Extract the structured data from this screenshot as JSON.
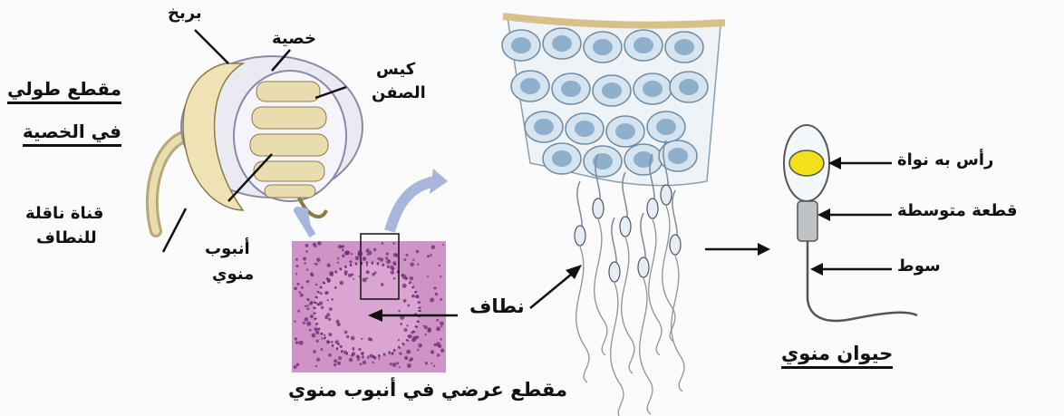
{
  "labels": {
    "section_title_line1": "مقطع طولي",
    "section_title_line2": "في الخصية",
    "epididymis": "بربخ",
    "testis": "خصية",
    "scrotum_line1": "كيس",
    "scrotum_line2": "الصفن",
    "vas_deferens_line1": "قناة ناقلة",
    "vas_deferens_line2": "للنطاف",
    "tubule_line1": "أنبوب",
    "tubule_line2": "منوي",
    "cross_section": "مقطع عرضي في أنبوب منوي",
    "sperm_cells": "نطاف",
    "head": "رأس به نواة",
    "midpiece": "قطعة متوسطة",
    "tail": "سوط",
    "sperm_title": "حيوان منوي"
  },
  "colors": {
    "ink": "#111111",
    "testis_outline": "#8a8aa8",
    "tubule_fill": "#e9dcae",
    "tubule_stroke": "#8c7a44",
    "micrograph_bg": "#cf93c5",
    "micrograph_dots": "#6a2a74",
    "arrow_blue": "#a8b6dc",
    "cell_fill": "#d6e4ef",
    "nucleus_fill": "#8fb0cc",
    "sperm_head": "#f4f7fa",
    "sperm_nucleus": "#f2e11a",
    "sperm_midpiece": "#bfc3c6"
  }
}
